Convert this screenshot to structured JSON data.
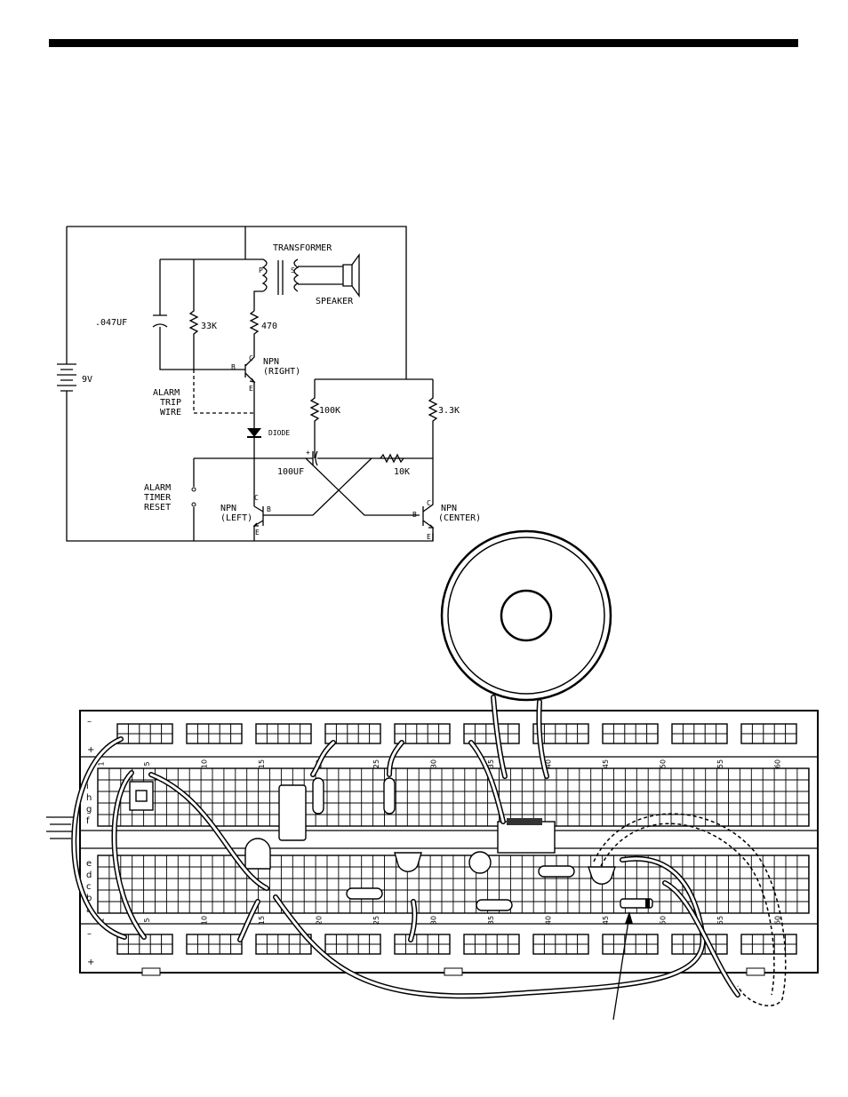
{
  "schematic": {
    "transformer": "TRANSFORMER",
    "primary": "P",
    "secondary": "S",
    "speaker": "SPEAKER",
    "battery": "9V",
    "cap_small": ".047UF",
    "r33k": "33K",
    "r470": "470",
    "npn_right": "NPN",
    "npn_right_sub": "(RIGHT)",
    "alarm_trip": [
      "ALARM",
      "TRIP",
      "WIRE"
    ],
    "r100k": "100K",
    "r3k3": "3.3K",
    "diode": "DIODE",
    "cap_large": "100UF",
    "cap_plus": "+",
    "r10k": "10K",
    "alarm_reset": [
      "ALARM",
      "TIMER",
      "RESET"
    ],
    "npn_left": "NPN",
    "npn_left_sub": "(LEFT)",
    "npn_center": "NPN",
    "npn_center_sub": "(CENTER)",
    "pin_b": "B",
    "pin_c": "C",
    "pin_e": "E"
  },
  "breadboard": {
    "rail_minus": "–",
    "rail_plus": "+",
    "top_rows": [
      "f",
      "g",
      "h",
      "i",
      "j"
    ],
    "bottom_rows": [
      "a",
      "b",
      "c",
      "d",
      "e"
    ],
    "column_numbers": [
      "1",
      "5",
      "10",
      "15",
      "20",
      "25",
      "30",
      "35",
      "40",
      "45",
      "50",
      "55",
      "60"
    ]
  }
}
